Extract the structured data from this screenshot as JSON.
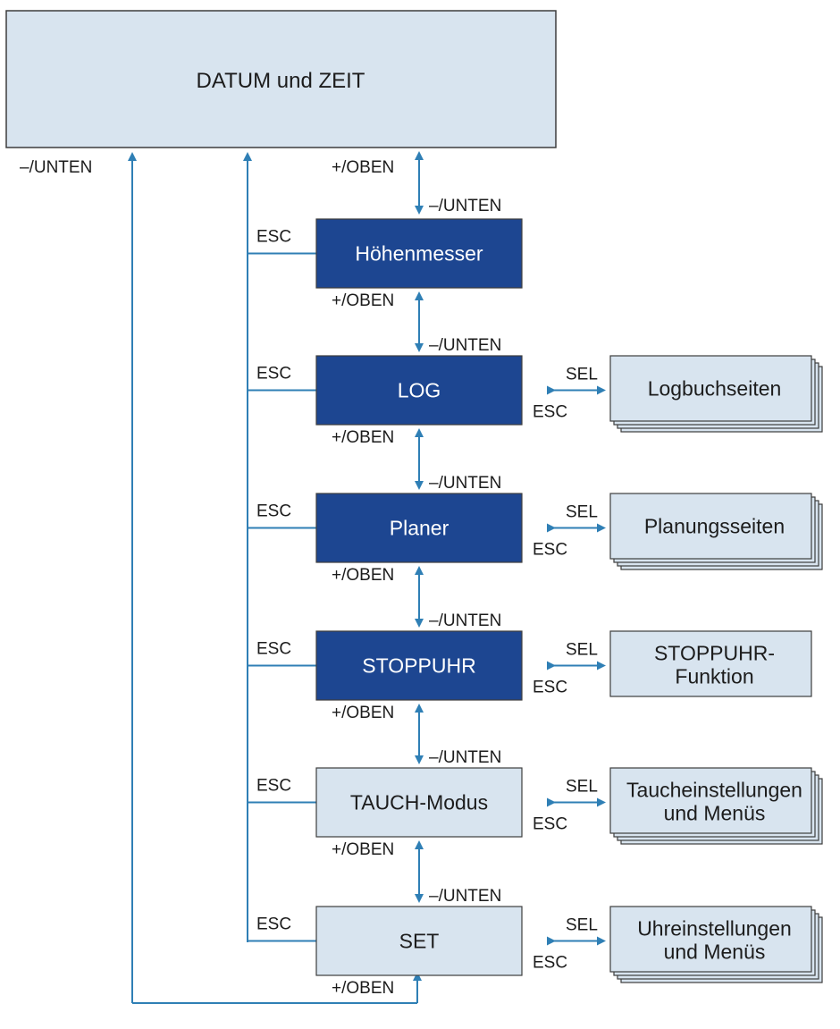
{
  "colors": {
    "connector": "#2f7fb5",
    "dark_box": "#1d4691",
    "light_box": "#d8e4ef",
    "border": "#3d3d3d"
  },
  "title": "DATUM und ZEIT",
  "labels": {
    "up": "+/OBEN",
    "down": "–/UNTEN",
    "esc": "ESC",
    "sel": "SEL"
  },
  "menu": [
    {
      "label": "Höhenmesser",
      "style": "dark"
    },
    {
      "label": "LOG",
      "style": "dark",
      "sub": [
        "Logbuchseiten"
      ],
      "sub_stacked": true
    },
    {
      "label": "Planer",
      "style": "dark",
      "sub": [
        "Planungsseiten"
      ],
      "sub_stacked": true
    },
    {
      "label": "STOPPUHR",
      "style": "dark",
      "sub": [
        "STOPPUHR-",
        "Funktion"
      ],
      "sub_stacked": false
    },
    {
      "label": "TAUCH-Modus",
      "style": "light",
      "sub": [
        "Taucheinstellungen",
        "und Menüs"
      ],
      "sub_stacked": true
    },
    {
      "label": "SET",
      "style": "light",
      "sub": [
        "Uhreinstellungen",
        "und Menüs"
      ],
      "sub_stacked": true
    }
  ]
}
